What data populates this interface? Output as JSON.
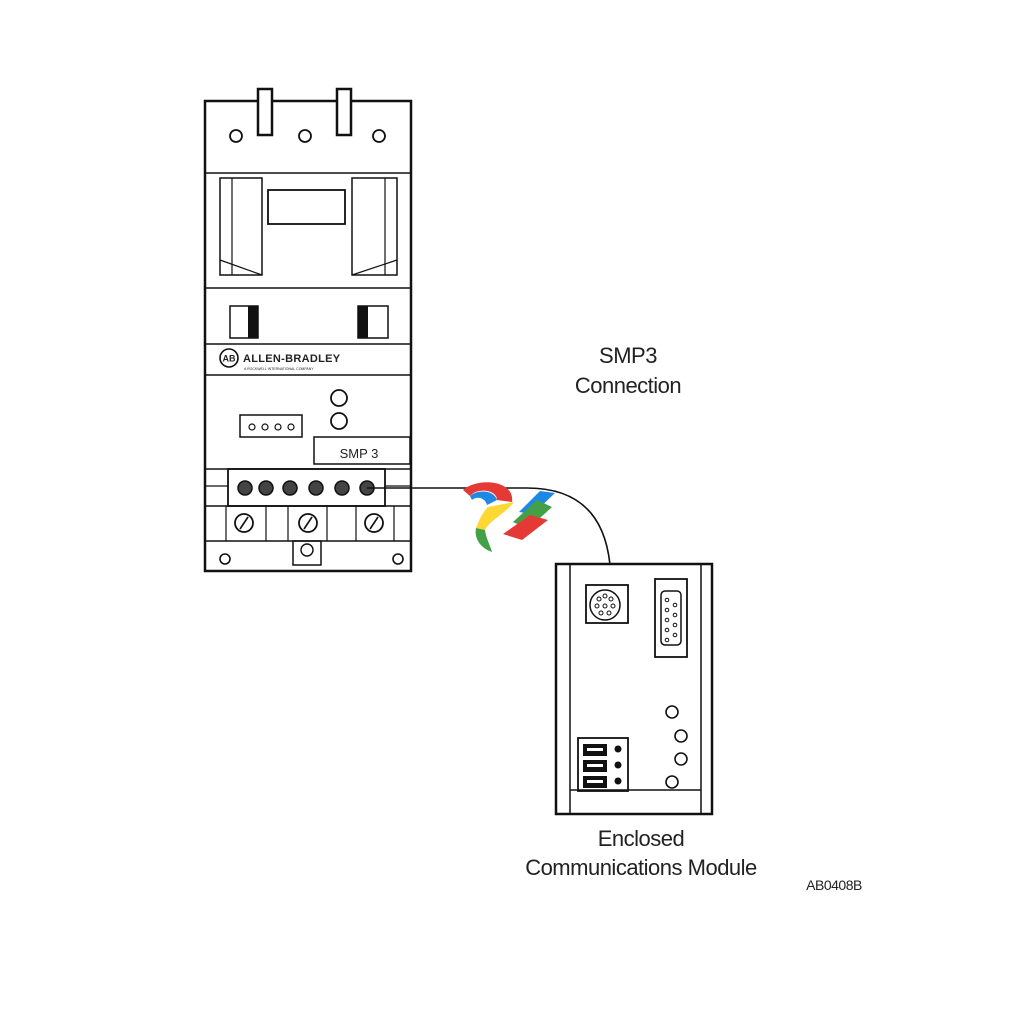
{
  "labels": {
    "connection_line1": "SMP3",
    "connection_line2": "Connection",
    "module_line1": "Enclosed",
    "module_line2": "Communications Module",
    "figure_code": "AB0408B"
  },
  "relay": {
    "brand": "ALLEN-BRADLEY",
    "brand_badge": "AB",
    "brand_subtitle": "A ROCKWELL INTERNATIONAL COMPANY",
    "port_label": "SMP 3"
  },
  "colors": {
    "line": "#111111",
    "dark_terminal": "#444444",
    "logo_red": "#e53935",
    "logo_blue": "#1e88e5",
    "logo_green": "#43a047",
    "logo_yellow": "#fdd835"
  },
  "icons": {
    "watermark": "colorful-logo-icon"
  }
}
